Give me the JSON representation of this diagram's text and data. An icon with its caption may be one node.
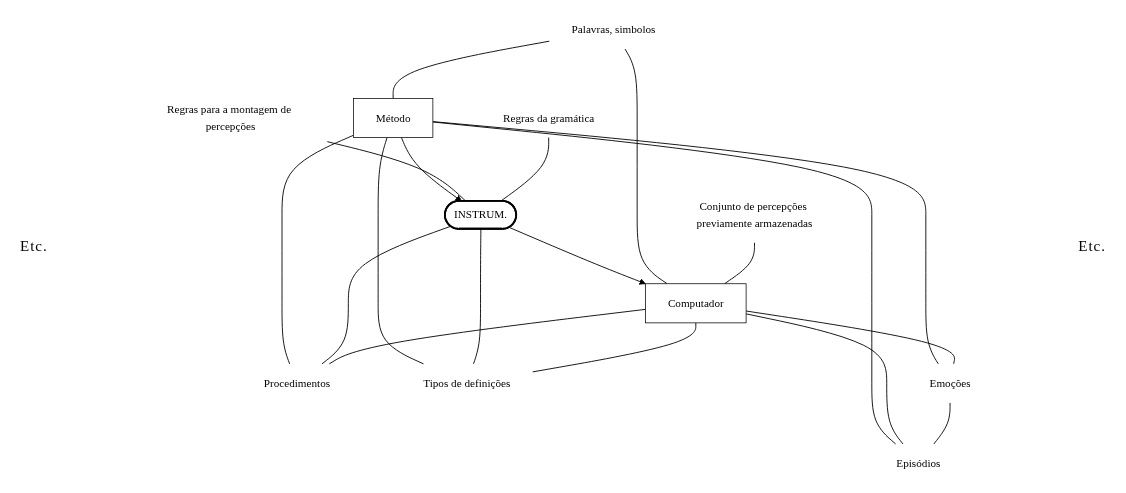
{
  "diagram": {
    "nodes": [
      {
        "text": [
          "Regras para a montagem de percepções"
        ]
      },
      {
        "text": [
          "Palavras, simbolos"
        ]
      },
      {
        "text": [
          "Conjunto de percepções previamente armazenadas"
        ]
      },
      {
        "text": [
          "Regras da gramática"
        ]
      },
      {
        "text": [
          "Método"
        ]
      },
      {
        "text": [
          "INSTRUM."
        ]
      },
      {
        "text": [
          "Computador"
        ]
      },
      {
        "text": [
          "Procedimentos"
        ]
      },
      {
        "text": [
          "Episódios"
        ]
      },
      {
        "text": [
          "Tipos de definições"
        ]
      },
      {
        "text": [
          "Emoções"
        ]
      }
    ],
    "edges": [
      {
        "from": 4,
        "to": 5,
        "arrow": "to"
      },
      {
        "from": 5,
        "to": 6,
        "arrow": "to"
      },
      {
        "from": 1,
        "to": 4,
        "arrow": "none"
      },
      {
        "from": 1,
        "to": 6,
        "arrow": "none"
      },
      {
        "from": 0,
        "to": 5,
        "arrow": "none"
      },
      {
        "from": 3,
        "to": 5,
        "arrow": "none"
      },
      {
        "from": 2,
        "to": 6,
        "arrow": "none"
      },
      {
        "from": 4,
        "to": 7,
        "arrow": "none"
      },
      {
        "from": 5,
        "to": 7,
        "arrow": "none"
      },
      {
        "from": 6,
        "to": 7,
        "arrow": "none"
      },
      {
        "from": 4,
        "to": 9,
        "arrow": "none"
      },
      {
        "from": 5,
        "to": 9,
        "arrow": "none"
      },
      {
        "from": 6,
        "to": 9,
        "arrow": "none"
      },
      {
        "from": 4,
        "to": 8,
        "arrow": "none"
      },
      {
        "from": 6,
        "to": 8,
        "arrow": "none"
      },
      {
        "from": 4,
        "to": 10,
        "arrow": "none"
      },
      {
        "from": 6,
        "to": 10,
        "arrow": "none"
      },
      {
        "from": 10,
        "to": 8,
        "arrow": "none"
      }
    ],
    "labels": [
      "Etc.",
      "Etc."
    ]
  }
}
